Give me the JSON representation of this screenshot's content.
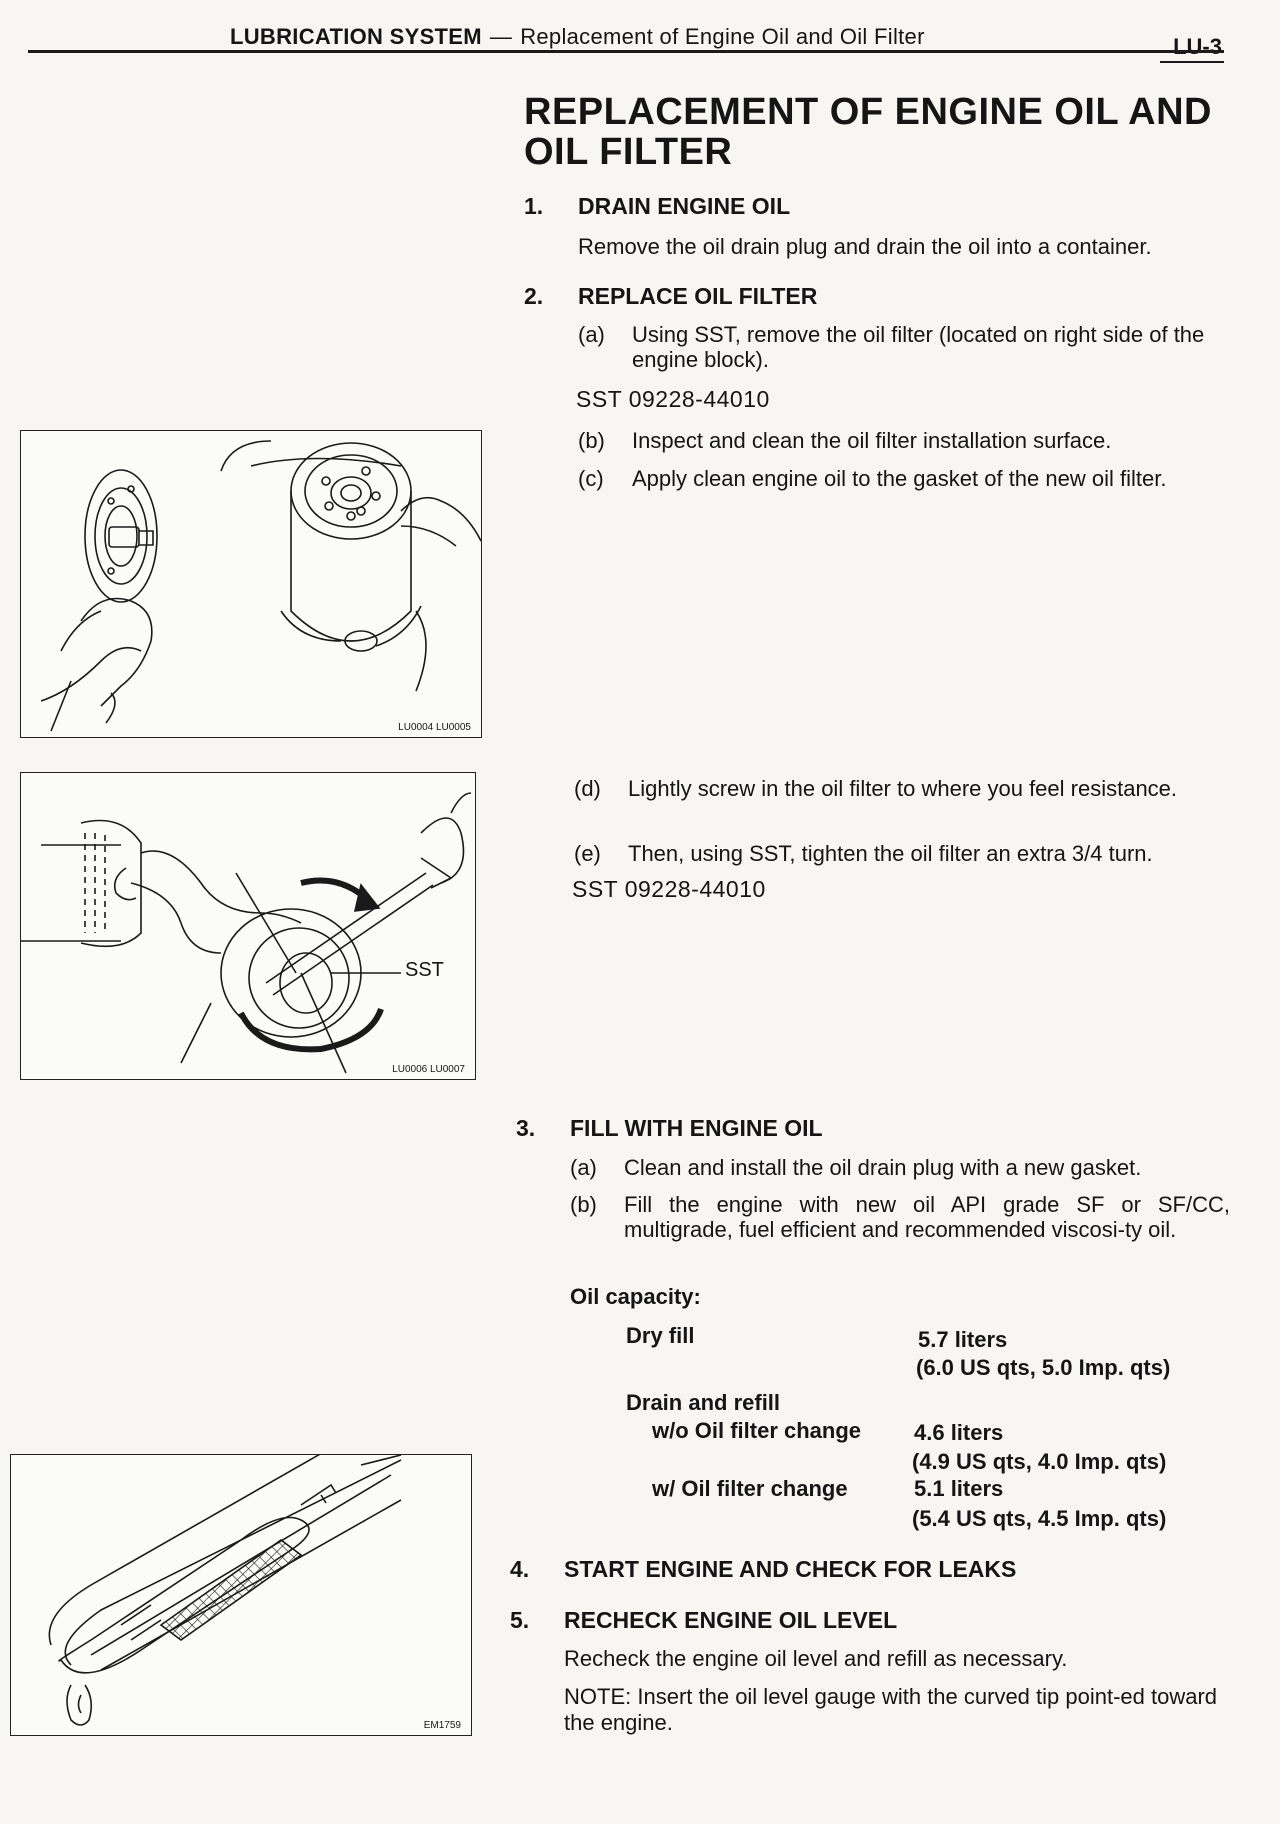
{
  "header": {
    "section": "LUBRICATION SYSTEM",
    "dash": "—",
    "subtitle": "Replacement of Engine Oil and Oil Filter",
    "page": "LU-3"
  },
  "title": "REPLACEMENT OF ENGINE OIL AND OIL FILTER",
  "steps": [
    {
      "num": "1.",
      "heading": "DRAIN ENGINE OIL",
      "text": "Remove the oil drain plug and drain the oil into a container."
    },
    {
      "num": "2.",
      "heading": "REPLACE OIL FILTER",
      "subs": [
        {
          "label": "(a)",
          "text": "Using SST, remove the oil filter (located on right side of the engine block)."
        },
        {
          "label": "(b)",
          "text": "Inspect and clean the oil filter installation surface."
        },
        {
          "label": "(c)",
          "text": "Apply clean engine oil to the gasket of the new oil filter."
        },
        {
          "label": "(d)",
          "text": "Lightly screw in the oil filter to where you feel resistance."
        },
        {
          "label": "(e)",
          "text": "Then, using SST, tighten the oil filter an extra 3/4 turn."
        }
      ],
      "sst": "SST 09228-44010"
    },
    {
      "num": "3.",
      "heading": "FILL WITH ENGINE OIL",
      "subs": [
        {
          "label": "(a)",
          "text": "Clean and install the oil drain plug with a new gasket."
        },
        {
          "label": "(b)",
          "text": "Fill the engine with new oil API grade SF or SF/CC, multigrade, fuel efficient and recommended viscosi-ty oil."
        }
      ],
      "capacity": {
        "title": "Oil capacity:",
        "dry_fill_label": "Dry fill",
        "dry_fill_value": "5.7 liters",
        "dry_fill_conv": "(6.0 US qts, 5.0 Imp. qts)",
        "drain_refill_label": "Drain and refill",
        "wo_filter_label": "w/o Oil filter change",
        "wo_filter_value": "4.6 liters",
        "wo_filter_conv": "(4.9 US qts, 4.0 Imp. qts)",
        "w_filter_label": "w/ Oil filter change",
        "w_filter_value": "5.1 liters",
        "w_filter_conv": "(5.4 US qts, 4.5 Imp. qts)"
      }
    },
    {
      "num": "4.",
      "heading": "START ENGINE AND CHECK FOR LEAKS"
    },
    {
      "num": "5.",
      "heading": "RECHECK ENGINE OIL LEVEL",
      "text": "Recheck the engine oil level and refill as necessary.",
      "note_label": "NOTE:",
      "note_text": "Insert the oil level gauge with the curved tip point-ed toward the engine."
    }
  ],
  "figures": {
    "fig1_code": "LU0004 LU0005",
    "fig2_code": "LU0006 LU0007",
    "fig2_label": "SST",
    "fig3_code": "EM1759"
  }
}
